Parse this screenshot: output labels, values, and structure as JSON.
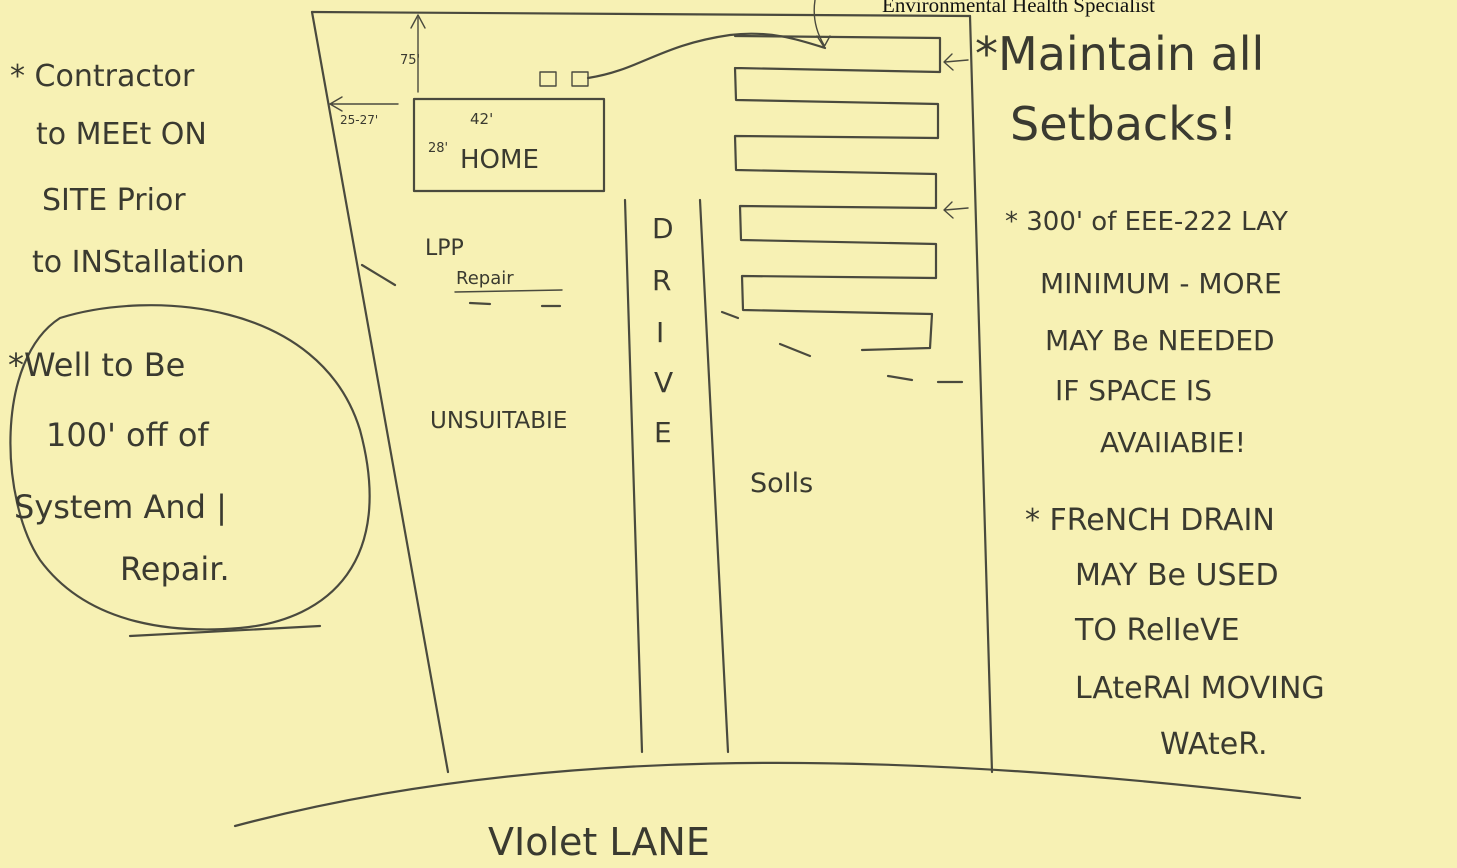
{
  "header_text": "Environmental Health Specialist",
  "labels": {
    "home": "HOME",
    "home_width": "42'",
    "home_depth": "28'",
    "setback_top": "75'",
    "setback_side": "25-27'",
    "lpp": "LPP",
    "repair": "Repair",
    "unsuitable": "UNSUITABIE",
    "drive": [
      "D",
      "R",
      "I",
      "V",
      "E"
    ],
    "soils": "SoIls",
    "road": "VIolet LANE"
  },
  "notes": {
    "contractor": [
      "* Contractor",
      "to MEEt ON",
      "SITE Prior",
      "to INStallation"
    ],
    "well": [
      "*Well to Be",
      "100' off of",
      "System And |",
      "Repair."
    ],
    "setbacks": [
      "*Maintain all",
      "Setbacks!"
    ],
    "eee": [
      "* 300' of EEE-222 LAY",
      "MINIMUM - MORE",
      "MAY Be NEEDED",
      "IF SPACE IS",
      "AVAIIABIE!"
    ],
    "french_drain": [
      "* FReNCH DRAIN",
      "MAY Be USED",
      "TO RelIeVE",
      "LAteRAl MOVING",
      "WAteR."
    ]
  }
}
